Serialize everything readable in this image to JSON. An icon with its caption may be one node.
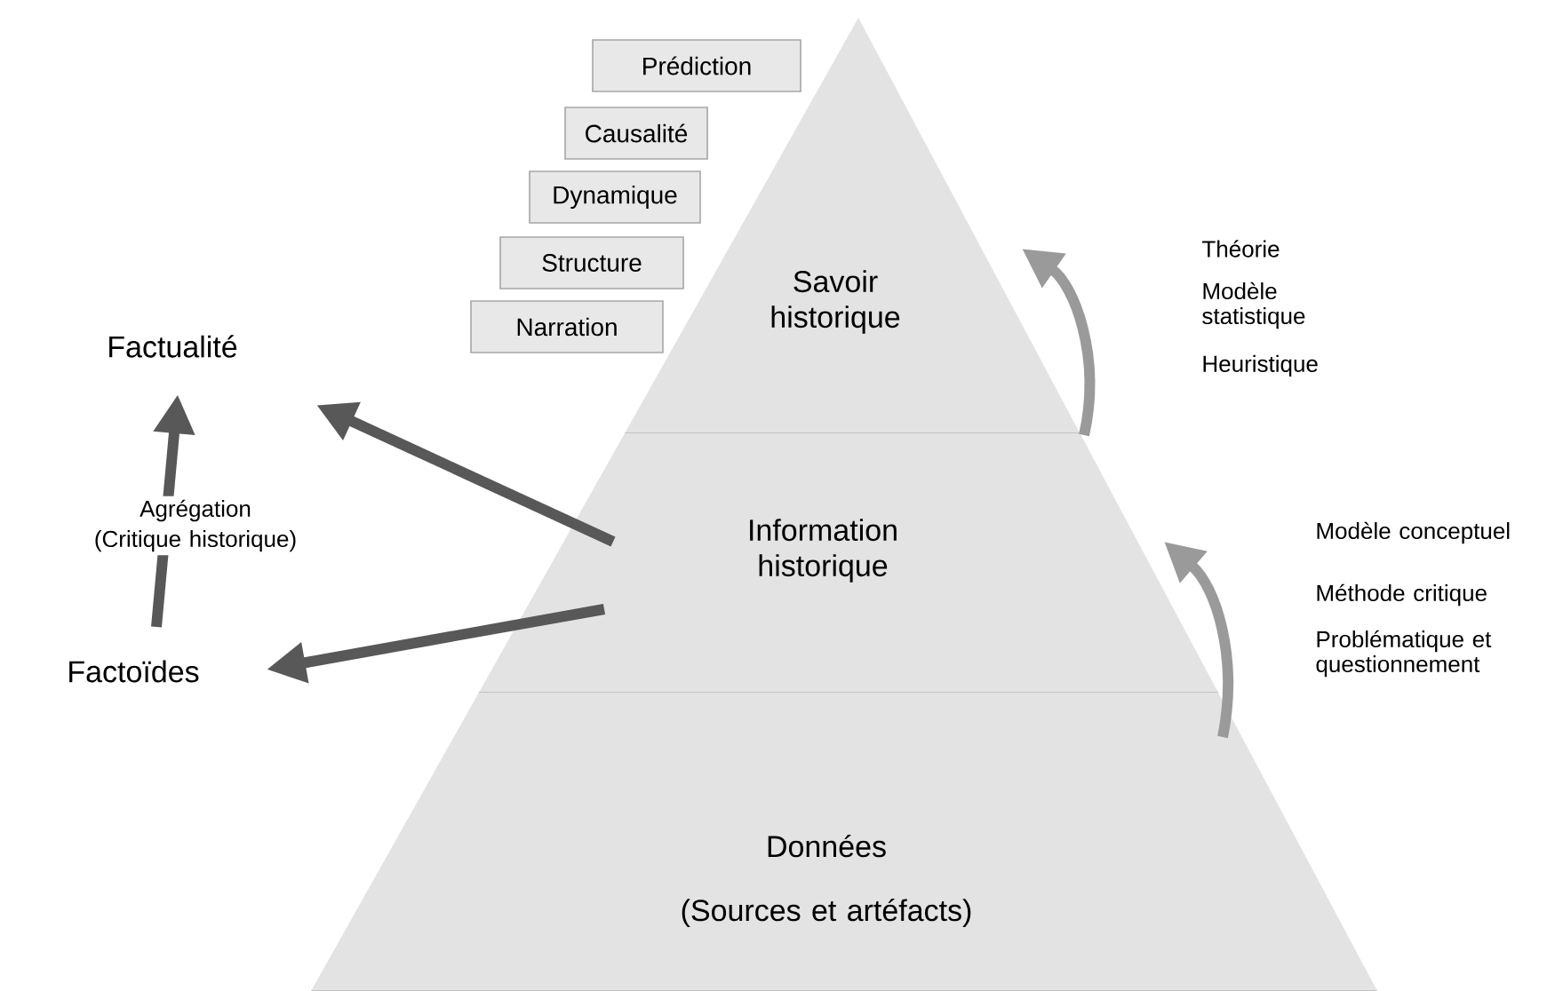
{
  "diagram": {
    "nodes": [
      {
        "text": [
          "Savoir historique"
        ]
      },
      {
        "text": [
          "Information historique"
        ]
      },
      {
        "text": [
          "Données",
          "(Sources et artéfacts)"
        ]
      },
      {
        "text": [
          "Prédiction"
        ]
      },
      {
        "text": [
          "Causalité"
        ]
      },
      {
        "text": [
          "Dynamique"
        ]
      },
      {
        "text": [
          "Structure"
        ]
      },
      {
        "text": [
          "Narration"
        ]
      },
      {
        "text": [
          "Factualité"
        ]
      },
      {
        "text": [
          "Factoïdes"
        ]
      }
    ],
    "edges": [
      {
        "from": 1,
        "to": 8,
        "arrow": "to"
      },
      {
        "from": 1,
        "to": 9,
        "arrow": "to"
      },
      {
        "from": 9,
        "to": 8,
        "arrow": "to",
        "label": "Agrégation (Critique historique)"
      },
      {
        "from": 2,
        "to": 1,
        "arrow": "to",
        "color": "#9a9a9a"
      },
      {
        "from": 1,
        "to": 0,
        "arrow": "to",
        "color": "#9a9a9a"
      }
    ],
    "labels": [
      "Théorie",
      "Modèle statistique",
      "Heuristique",
      "Modèle conceptuel",
      "Méthode critique",
      "Problématique et questionnement"
    ]
  }
}
